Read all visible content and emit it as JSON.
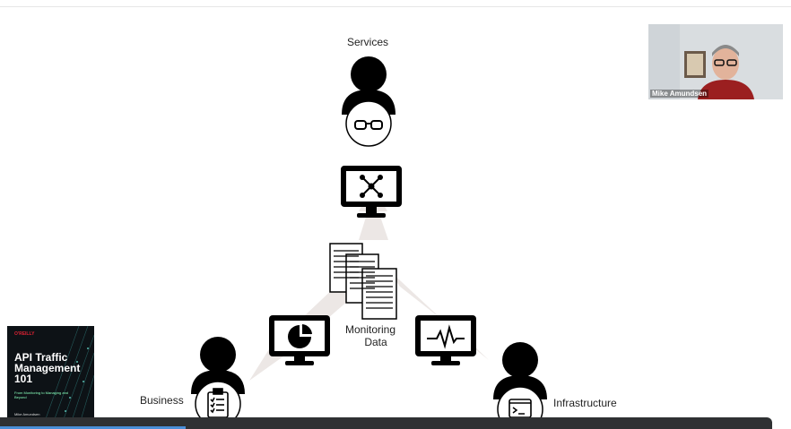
{
  "diagram": {
    "services_label": "Services",
    "business_label": "Business",
    "infrastructure_label": "Infrastructure",
    "center_label_line1": "Monitoring",
    "center_label_line2": "Data",
    "arrow_color": "#e9e3e1"
  },
  "video": {
    "participant_name": "Mike Amundsen"
  },
  "book": {
    "publisher": "O'REILLY",
    "title": "API Traffic Management 101",
    "subtitle": "From Monitoring to Managing and Beyond",
    "author": "Mike Amundsen"
  },
  "player": {
    "progress_fraction": 0.24
  }
}
